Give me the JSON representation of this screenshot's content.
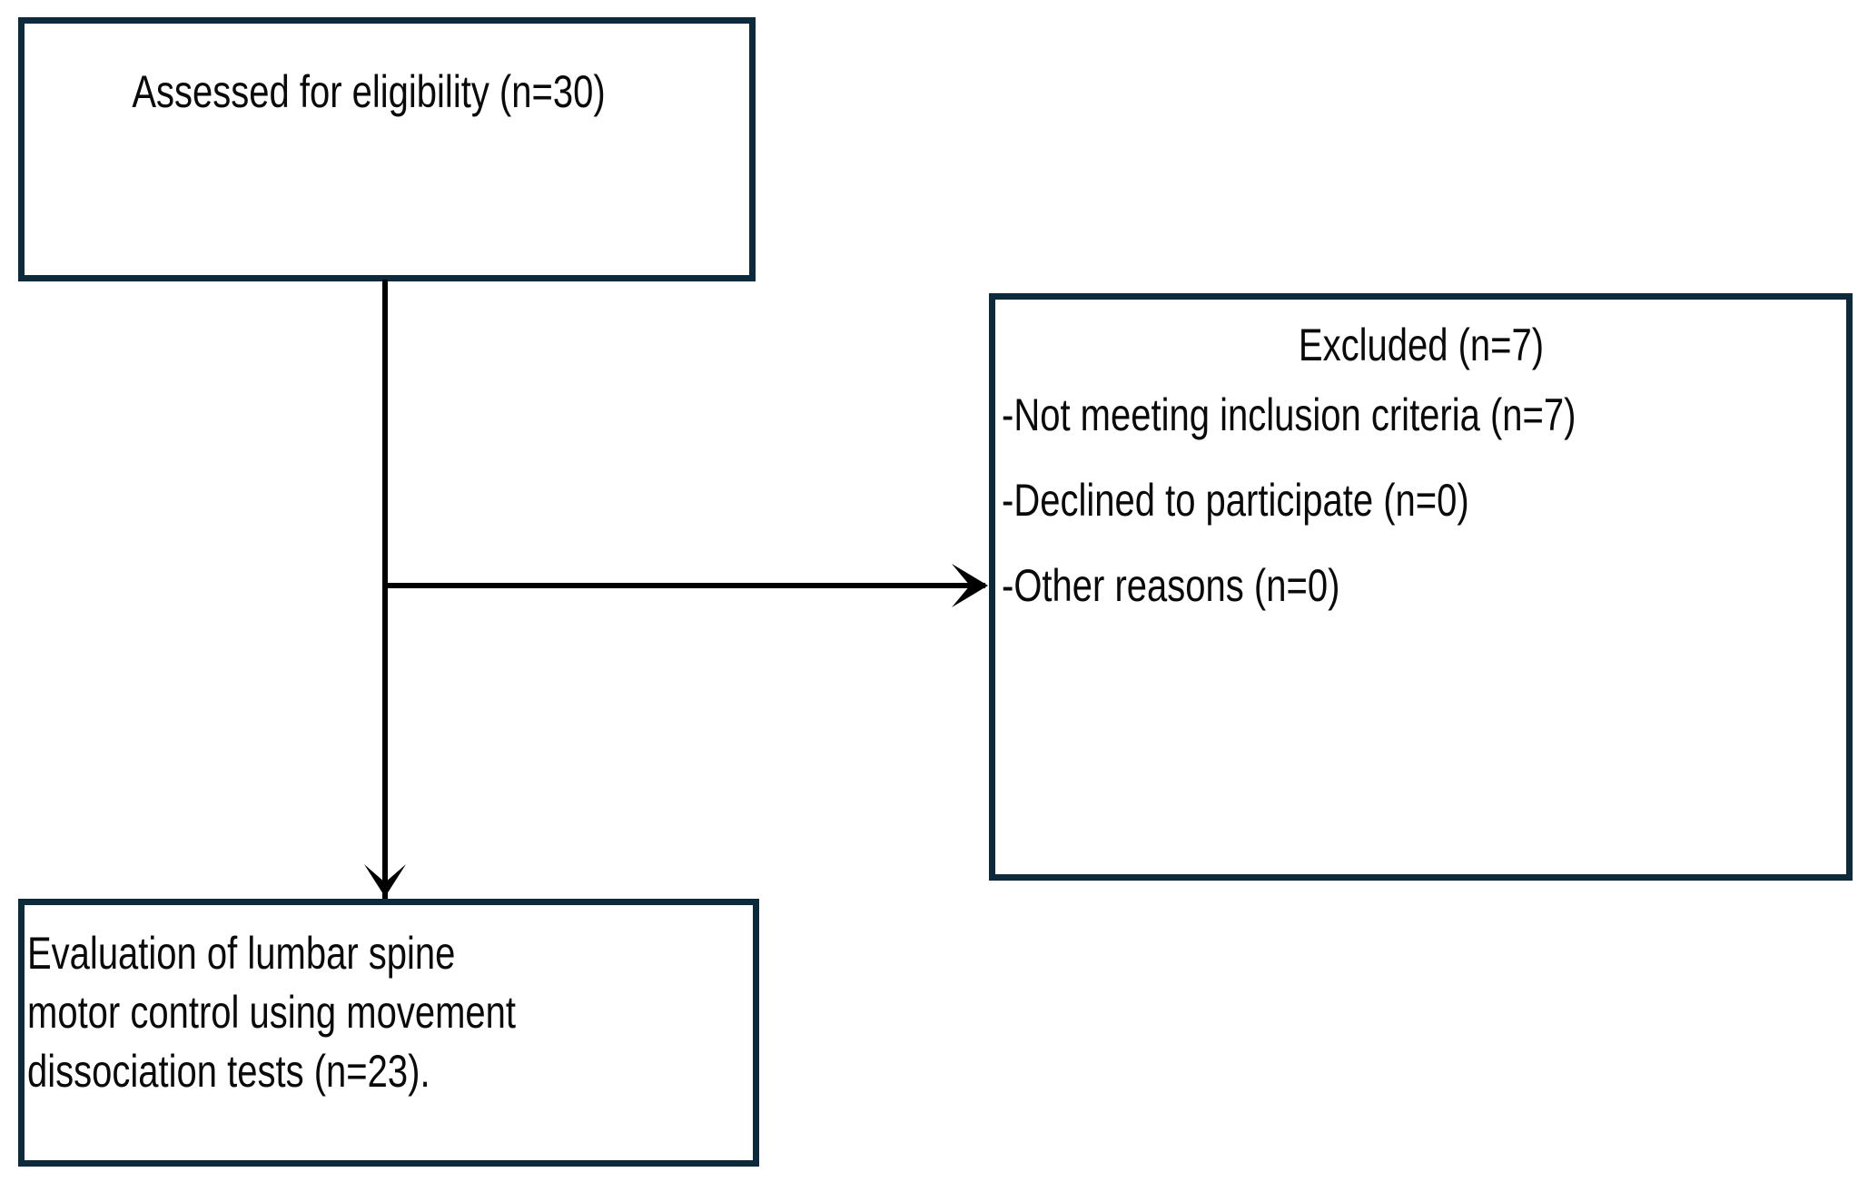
{
  "figure": {
    "type": "flowchart",
    "orientation": "top-to-bottom with one right branch",
    "colors": {
      "box_border": "#0d2a3c",
      "connector": "#000000",
      "text": "#0a0a0a",
      "background": "#ffffff"
    }
  },
  "nodes": {
    "assessed": {
      "id": "assessed-for-eligibility",
      "text": "Assessed for eligibility (n=30)",
      "align": "center",
      "count_label": "n=30",
      "count": 30
    },
    "excluded": {
      "id": "excluded",
      "title": "Excluded (n=7)",
      "count_label": "n=7",
      "count": 7,
      "reasons": [
        {
          "label": "-Not meeting inclusion criteria (n=7)",
          "count_label": "n=7",
          "count": 7
        },
        {
          "label": "-Declined to participate (n=0)",
          "count_label": "n=0",
          "count": 0
        },
        {
          "label": "-Other reasons (n=0)",
          "count_label": "n=0",
          "count": 0
        }
      ]
    },
    "evaluation": {
      "id": "evaluation-of-lumbar-spine",
      "text": "Evaluation of lumbar spine\nmotor control using movement\ndissociation tests (n=23).",
      "align": "left",
      "count_label": "n=23",
      "count": 23
    }
  },
  "connectors": {
    "trunk": {
      "name": "assessed-to-evaluation",
      "from": "assessed",
      "to": "evaluation",
      "direction": "down",
      "arrowhead": "arrow-down-icon"
    },
    "branch": {
      "name": "assessed-to-excluded",
      "from": "assessed",
      "to": "excluded",
      "direction": "right",
      "arrowhead": "arrow-right-icon"
    }
  }
}
